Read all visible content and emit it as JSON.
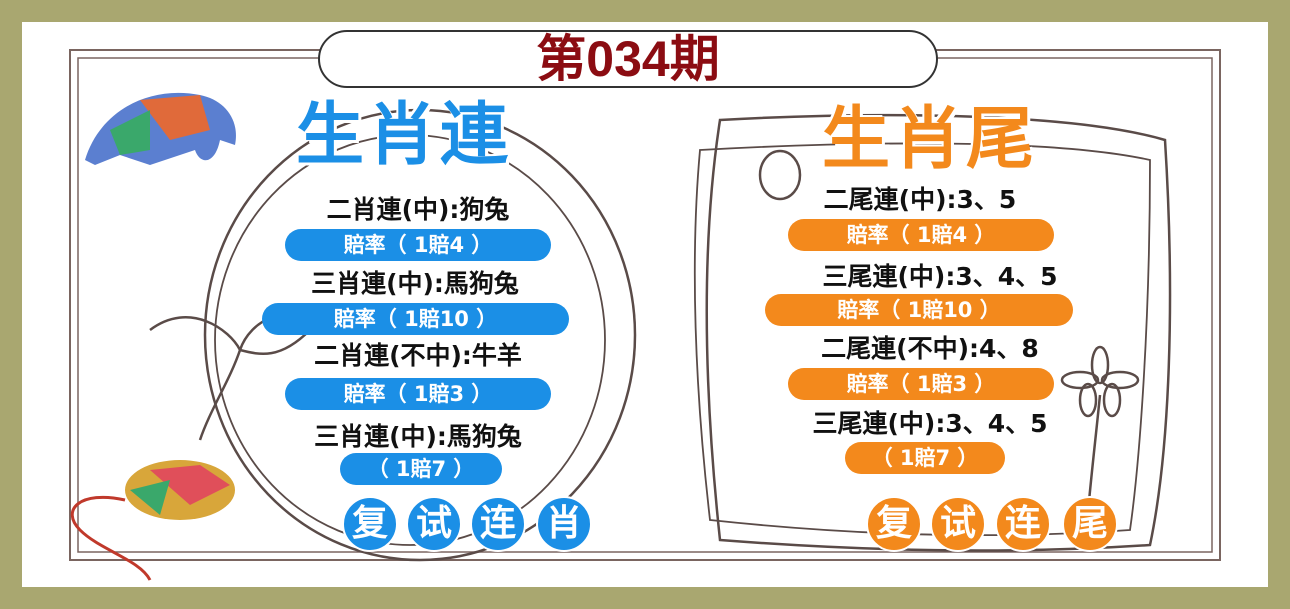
{
  "issue_title": "第034期",
  "left": {
    "heading": "生肖連",
    "rows": [
      {
        "text": "二肖連(中):狗兔",
        "odds": "賠率（ 1賠4 ）"
      },
      {
        "text": "三肖連(中):馬狗兔",
        "odds": "賠率（ 1賠10 ）"
      },
      {
        "text": "二肖連(不中):牛羊",
        "odds": "賠率（ 1賠3 ）"
      },
      {
        "text": "三肖連(中):馬狗兔",
        "odds": "（ 1賠7 ）"
      }
    ],
    "footer_chars": [
      "复",
      "试",
      "连",
      "肖"
    ],
    "color": "#1b8fe6"
  },
  "right": {
    "heading": "生肖尾",
    "rows": [
      {
        "text": "二尾連(中):3、5",
        "odds": "賠率（ 1賠4 ）"
      },
      {
        "text": "三尾連(中):3、4、5",
        "odds": "賠率（ 1賠10 ）"
      },
      {
        "text": "二尾連(不中):4、8",
        "odds": "賠率（ 1賠3 ）"
      },
      {
        "text": "三尾連(中):3、4、5",
        "odds": "（ 1賠7 ）"
      }
    ],
    "footer_chars": [
      "复",
      "试",
      "连",
      "尾"
    ],
    "color": "#f3891c"
  }
}
